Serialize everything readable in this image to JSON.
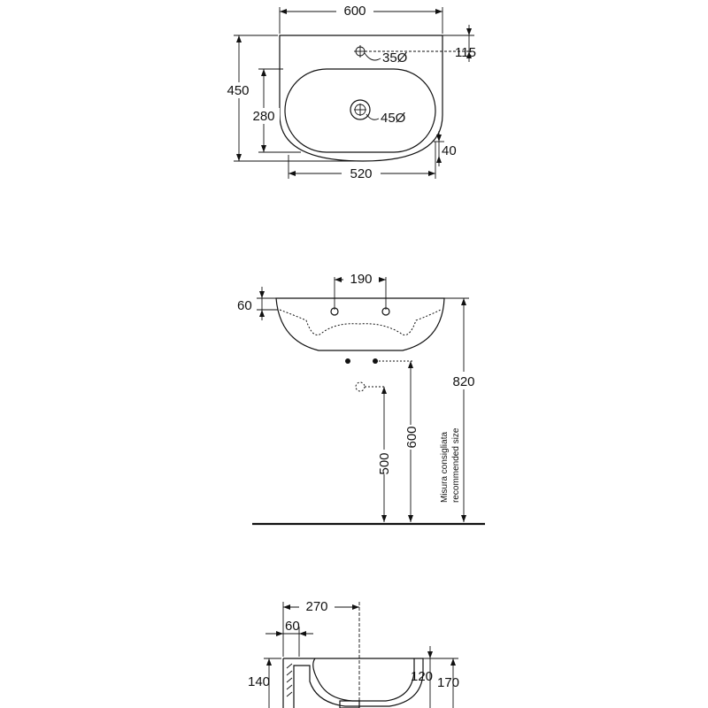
{
  "top_view": {
    "width_total": "600",
    "depth_total": "450",
    "basin_depth": "280",
    "basin_width": "520",
    "tap_offset": "115",
    "rim_offset": "40",
    "tap_hole": "35Ø",
    "drain_hole": "45Ø"
  },
  "front_view": {
    "tap_spacing": "190",
    "rim_thickness": "60",
    "height_500": "500",
    "height_600": "600",
    "height_820": "820",
    "note_it": "Misura consigliata",
    "note_en": "recommended size"
  },
  "side_view": {
    "projection": "270",
    "wall_offset": "60",
    "height_140": "140",
    "height_120": "120",
    "height_170": "170"
  }
}
